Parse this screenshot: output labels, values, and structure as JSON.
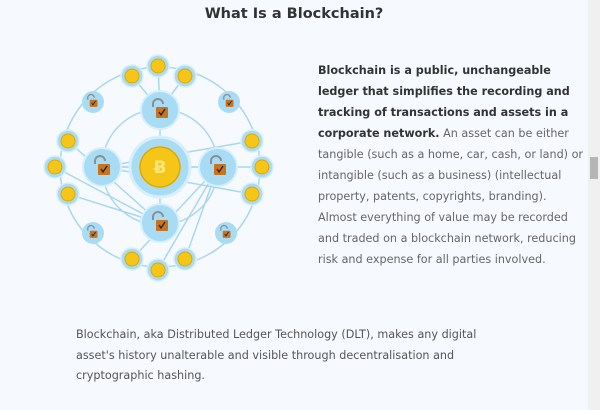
{
  "page": {
    "title": "What Is a Blockchain?",
    "intro_bold": "Blockchain is a public, unchangeable ledger that simplifies the recording and tracking of transactions and assets in a corporate network.",
    "intro_rest": " An asset can be either tangible (such as a home, car, cash, or land) or intangible (such as a business) (intellectual property, patents, copyrights, branding). Almost everything of value may be recorded and traded on a blockchain network, reducing risk and expense for all parties involved.",
    "paragraph2": "Blockchain, aka Distributed Ledger Technology (DLT), makes any digital asset's history unalterable and visible through decentralisation and cryptographic hashing.",
    "illustration_icons": [
      "bitcoin-coin-icon",
      "padlock-icon",
      "coin-icon"
    ]
  },
  "colors": {
    "node": "#a8dcf5",
    "line": "#a8d8f0",
    "coin": "#f5c518",
    "lock": "#c8731e"
  }
}
